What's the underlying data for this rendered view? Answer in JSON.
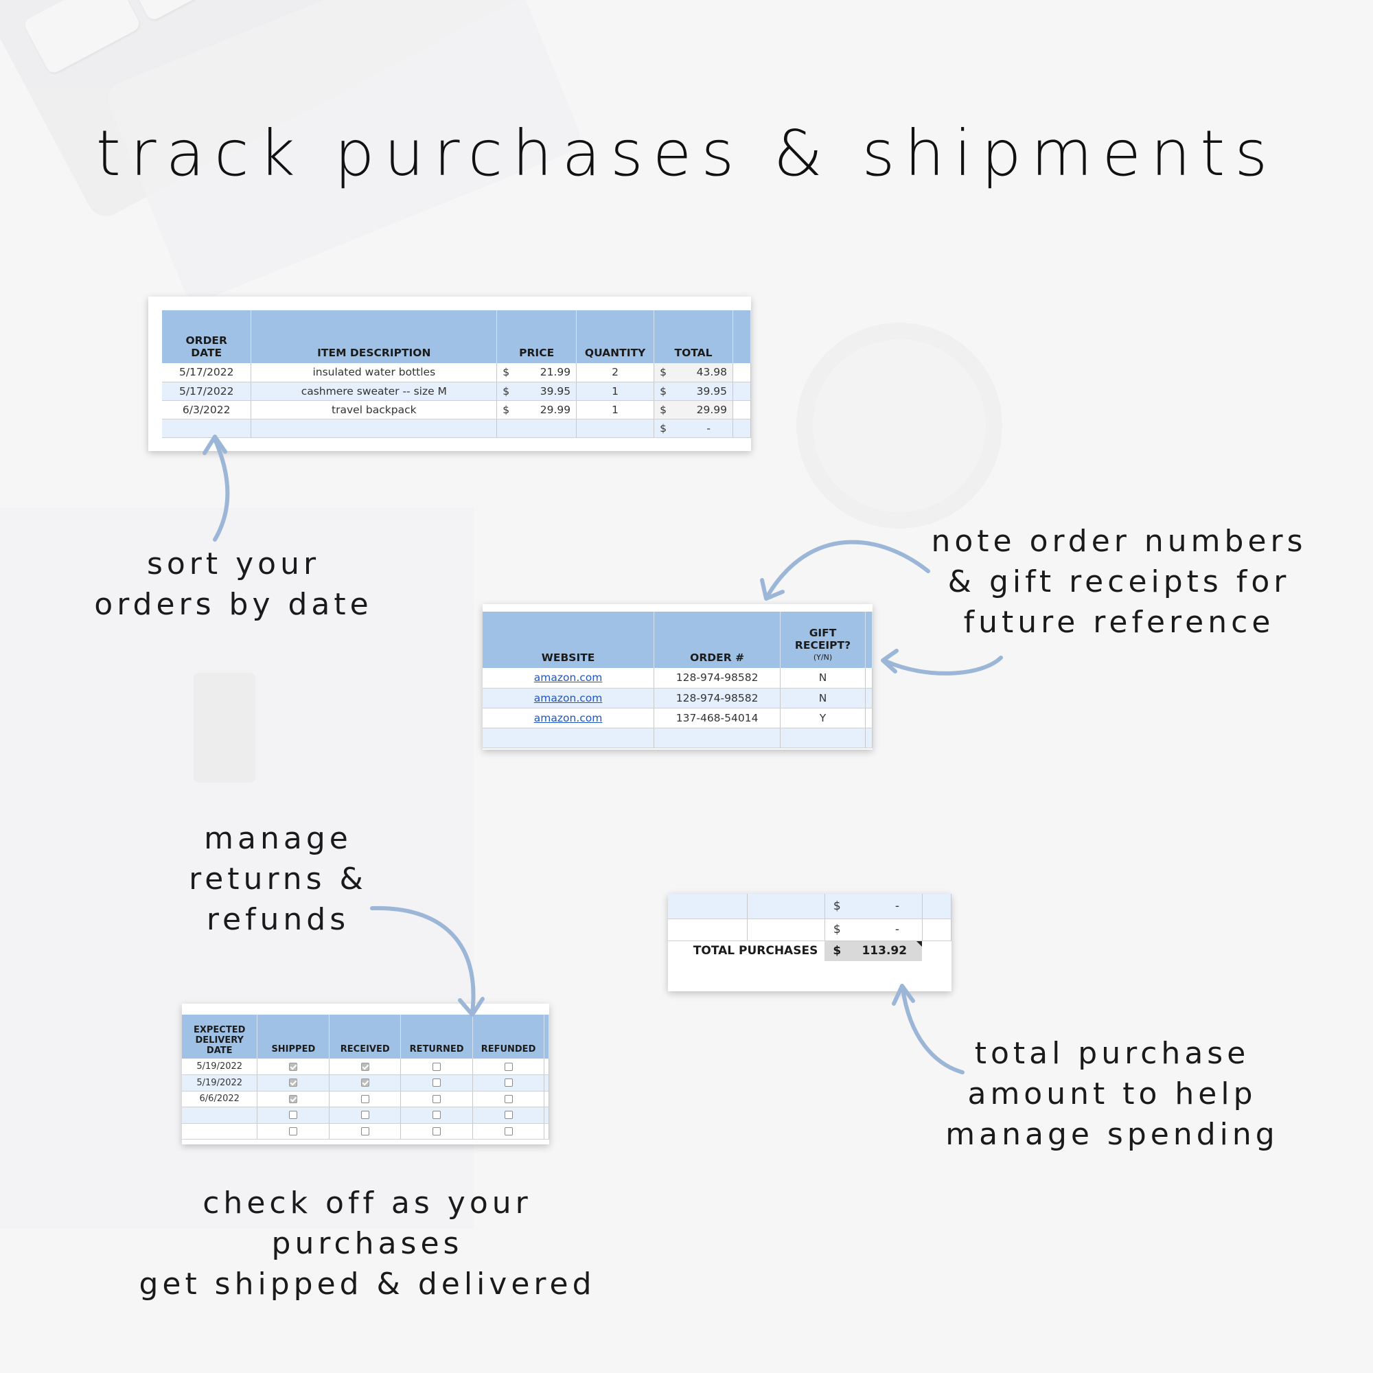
{
  "title": "track purchases & shipments",
  "captions": {
    "sort": "sort your\norders by date",
    "note": "note order numbers\n& gift receipts for\nfuture reference",
    "returns": "manage\nreturns &\nrefunds",
    "check": "check off as your purchases\nget shipped & delivered",
    "total": "total purchase\namount to help\nmanage spending"
  },
  "orders_table": {
    "headers": [
      "ORDER DATE",
      "ITEM DESCRIPTION",
      "PRICE",
      "QUANTITY",
      "TOTAL"
    ],
    "currency": "$",
    "rows": [
      {
        "date": "5/17/2022",
        "item": "insulated water bottles",
        "price": "21.99",
        "qty": "2",
        "total": "43.98"
      },
      {
        "date": "5/17/2022",
        "item": "cashmere sweater -- size M",
        "price": "39.95",
        "qty": "1",
        "total": "39.95"
      },
      {
        "date": "6/3/2022",
        "item": "travel backpack",
        "price": "29.99",
        "qty": "1",
        "total": "29.99"
      },
      {
        "date": "",
        "item": "",
        "price": "",
        "qty": "",
        "total": "-"
      }
    ]
  },
  "website_table": {
    "headers": {
      "website": "WEBSITE",
      "order": "ORDER #",
      "gift": "GIFT RECEIPT?",
      "gift_sub": "(Y/N)"
    },
    "rows": [
      {
        "website": "amazon.com",
        "order": "128-974-98582",
        "gift": "N"
      },
      {
        "website": "amazon.com",
        "order": "128-974-98582",
        "gift": "N"
      },
      {
        "website": "amazon.com",
        "order": "137-468-54014",
        "gift": "Y"
      },
      {
        "website": "",
        "order": "",
        "gift": ""
      }
    ]
  },
  "delivery_table": {
    "headers": [
      "EXPECTED DELIVERY DATE",
      "SHIPPED",
      "RECEIVED",
      "RETURNED",
      "REFUNDED"
    ],
    "rows": [
      {
        "date": "5/19/2022",
        "shipped": true,
        "received": true,
        "returned": false,
        "refunded": false
      },
      {
        "date": "5/19/2022",
        "shipped": true,
        "received": true,
        "returned": false,
        "refunded": false
      },
      {
        "date": "6/6/2022",
        "shipped": true,
        "received": false,
        "returned": false,
        "refunded": false
      },
      {
        "date": "",
        "shipped": false,
        "received": false,
        "returned": false,
        "refunded": false
      },
      {
        "date": "",
        "shipped": false,
        "received": false,
        "returned": false,
        "refunded": false
      }
    ]
  },
  "total_card": {
    "currency": "$",
    "empty_value": "-",
    "label": "TOTAL PURCHASES",
    "value": "113.92"
  },
  "colors": {
    "header_blue": "#9fc1e6",
    "row_alt": "#e6effc",
    "arrow": "#9bb6d6"
  }
}
